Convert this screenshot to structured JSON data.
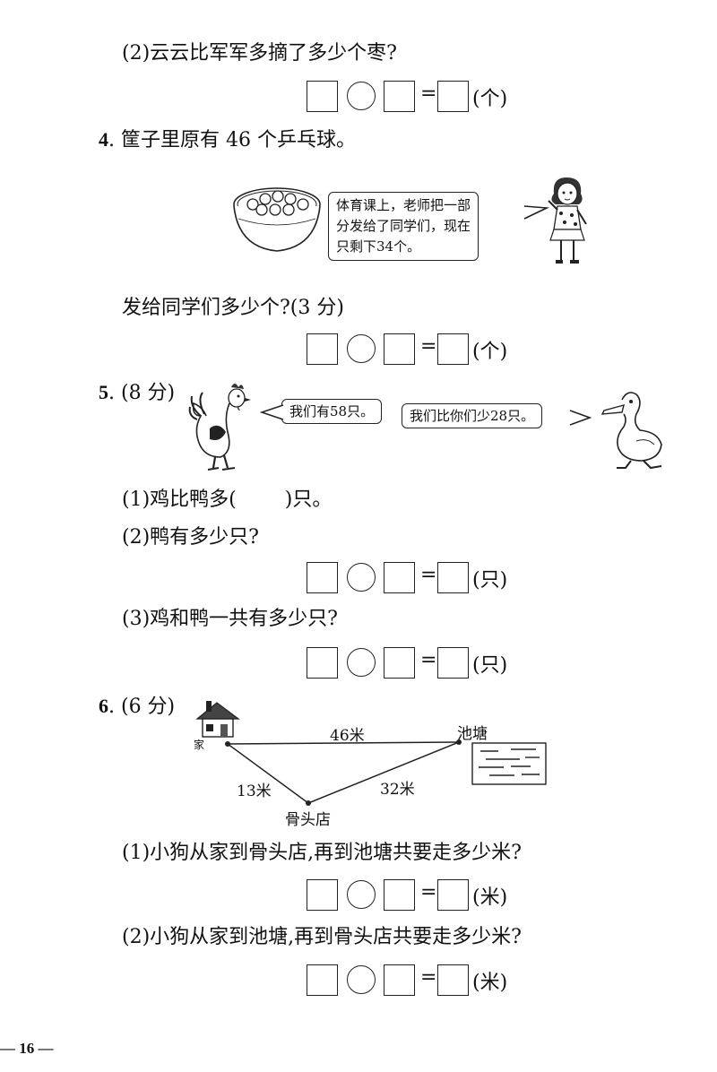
{
  "q3": {
    "sub2": "(2)云云比军军多摘了多少个枣?",
    "unit": "(个)"
  },
  "q4": {
    "number": "4",
    "title": ". 筐子里原有 46 个乒乓球。",
    "bubble": [
      "体育课上，老师把一部",
      "分发给了同学们，现在",
      "只剩下34个。"
    ],
    "question": "发给同学们多少个?(3 分)",
    "unit": "(个)"
  },
  "q5": {
    "number": "5",
    "score": ". (8 分)",
    "chicken_bubble": "我们有58只。",
    "duck_bubble": "我们比你们少28只。",
    "sub1_a": "(1)鸡比鸭多(",
    "sub1_b": ")只。",
    "sub2": "(2)鸭有多少只?",
    "sub3": "(3)鸡和鸭一共有多少只?",
    "unit": "(只)"
  },
  "q6": {
    "number": "6",
    "score": ". (6 分)",
    "home_label": "家",
    "pond_label": "池塘",
    "shop_label": "骨头店",
    "dist_home_pond": "46米",
    "dist_home_shop": "13米",
    "dist_shop_pond": "32米",
    "sub1": "(1)小狗从家到骨头店,再到池塘共要走多少米?",
    "sub2": "(2)小狗从家到池塘,再到骨头店共要走多少米?",
    "unit": "(米)"
  },
  "equation": {
    "equals": "="
  },
  "footer": {
    "page": "— 16 —"
  }
}
